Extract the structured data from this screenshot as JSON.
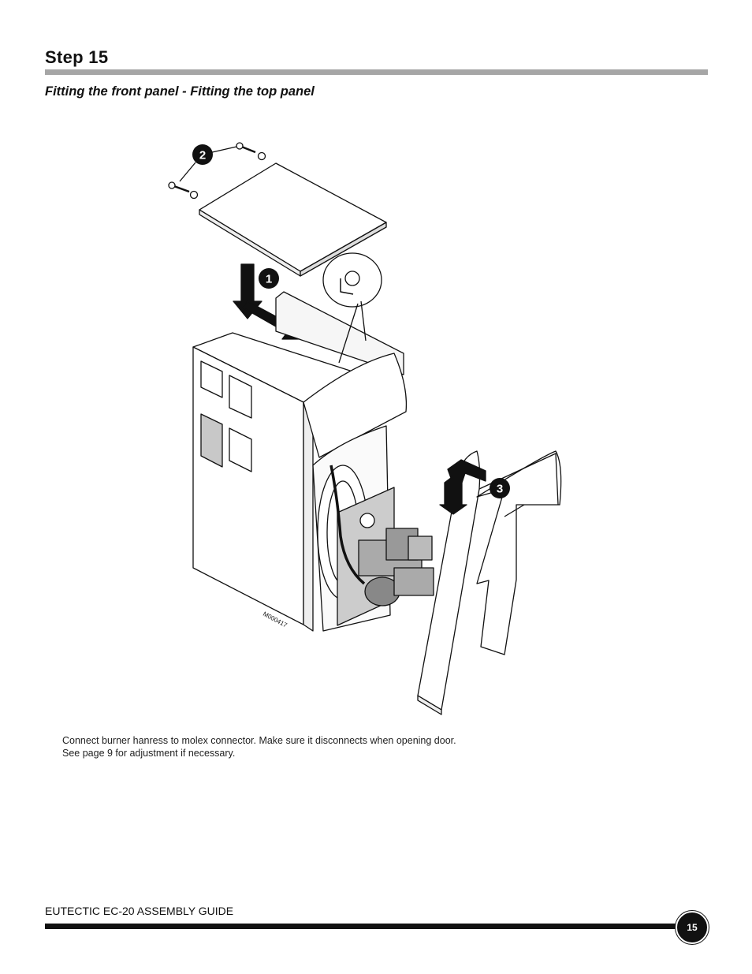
{
  "header": {
    "step_title": "Step 15",
    "subtitle": "Fitting the front panel - Fitting the top panel"
  },
  "figure": {
    "callouts": [
      "1",
      "2",
      "3"
    ],
    "drawing_code": "M000417"
  },
  "caption": {
    "line1": "Connect burner hanress to molex connector. Make sure it disconnects when opening door.",
    "line2": "See page 9 for adjustment if necessary."
  },
  "footer": {
    "guide_title": "EUTECTIC EC-20 ASSEMBLY GUIDE",
    "page_number": "15"
  },
  "colors": {
    "title_rule": "#a6a6a6",
    "footer_rule": "#111111",
    "shading": "#c8c8c8"
  }
}
